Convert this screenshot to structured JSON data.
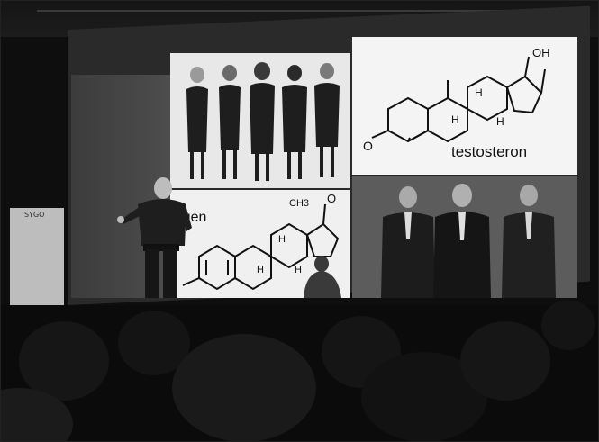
{
  "slide": {
    "testosterone_label": "testosteron",
    "estrogen_label": "trogen",
    "testosterone_oh": "OH",
    "testosterone_ketone": "O",
    "estrogen_ketone": "O",
    "estrogen_methyl": "CH3",
    "h_label": "H"
  },
  "side_banner": {
    "text": "SYGO"
  },
  "colors": {
    "screen_frame": "#2a2a2a",
    "background": "#0e0e0e"
  }
}
